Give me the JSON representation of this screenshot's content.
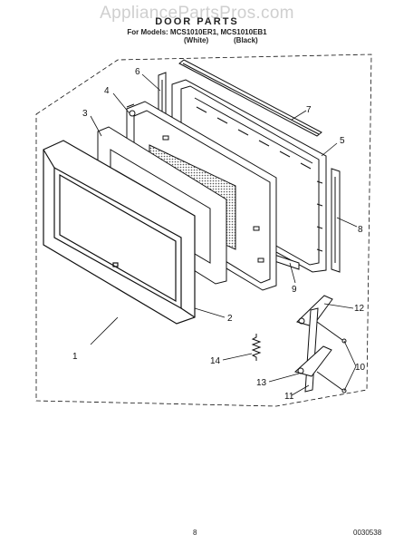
{
  "header": {
    "watermark": "AppliancePartsPros.com",
    "title": "DOOR PARTS",
    "models_line": "For Models: MCS1010ER1, MCS1010EB1",
    "color_white": "(White)",
    "color_black": "(Black)"
  },
  "callouts": [
    "1",
    "2",
    "3",
    "4",
    "5",
    "6",
    "7",
    "8",
    "9",
    "10",
    "10",
    "11",
    "12",
    "13",
    "14"
  ],
  "footer": {
    "page_number": "8",
    "drawing_code": "0030538"
  },
  "colors": {
    "line": "#111111",
    "mesh": "#555555",
    "watermark": "#cfcfcf"
  }
}
